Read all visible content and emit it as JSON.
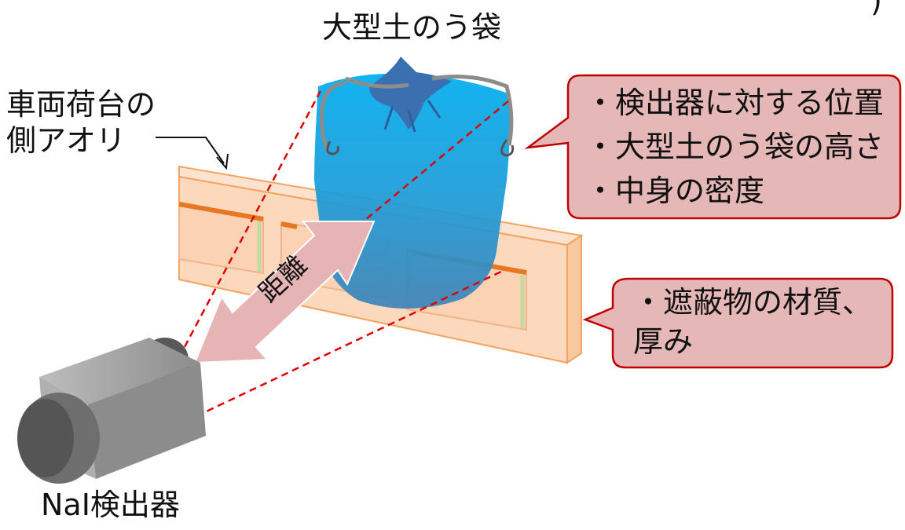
{
  "labels": {
    "bag": "大型土のう袋",
    "tailgate_line1": "車両荷台の",
    "tailgate_line2": "側アオリ",
    "distance": "距離",
    "detector": "NaI検出器",
    "corner_fragment": ")"
  },
  "callout_bag": {
    "items": [
      "・検出器に対する位置",
      "・大型土のう袋の高さ",
      "・中身の密度"
    ]
  },
  "callout_shield": {
    "line1": "・遮蔽物の材質、",
    "line2": "厚み"
  },
  "colors": {
    "bag_body": "#00aeef",
    "bag_tie": "#3a6fb0",
    "tailgate_fill": "#fcd9bd",
    "tailgate_edge": "#f4a460",
    "tailgate_slot": "#e87722",
    "callout_fill": "#e6b7b7",
    "callout_border": "#c00000",
    "arrow_fill": "#e6b4b4",
    "detector_body": "#a6a6a6",
    "detector_cap": "#595959",
    "ray_line": "#e00000"
  }
}
